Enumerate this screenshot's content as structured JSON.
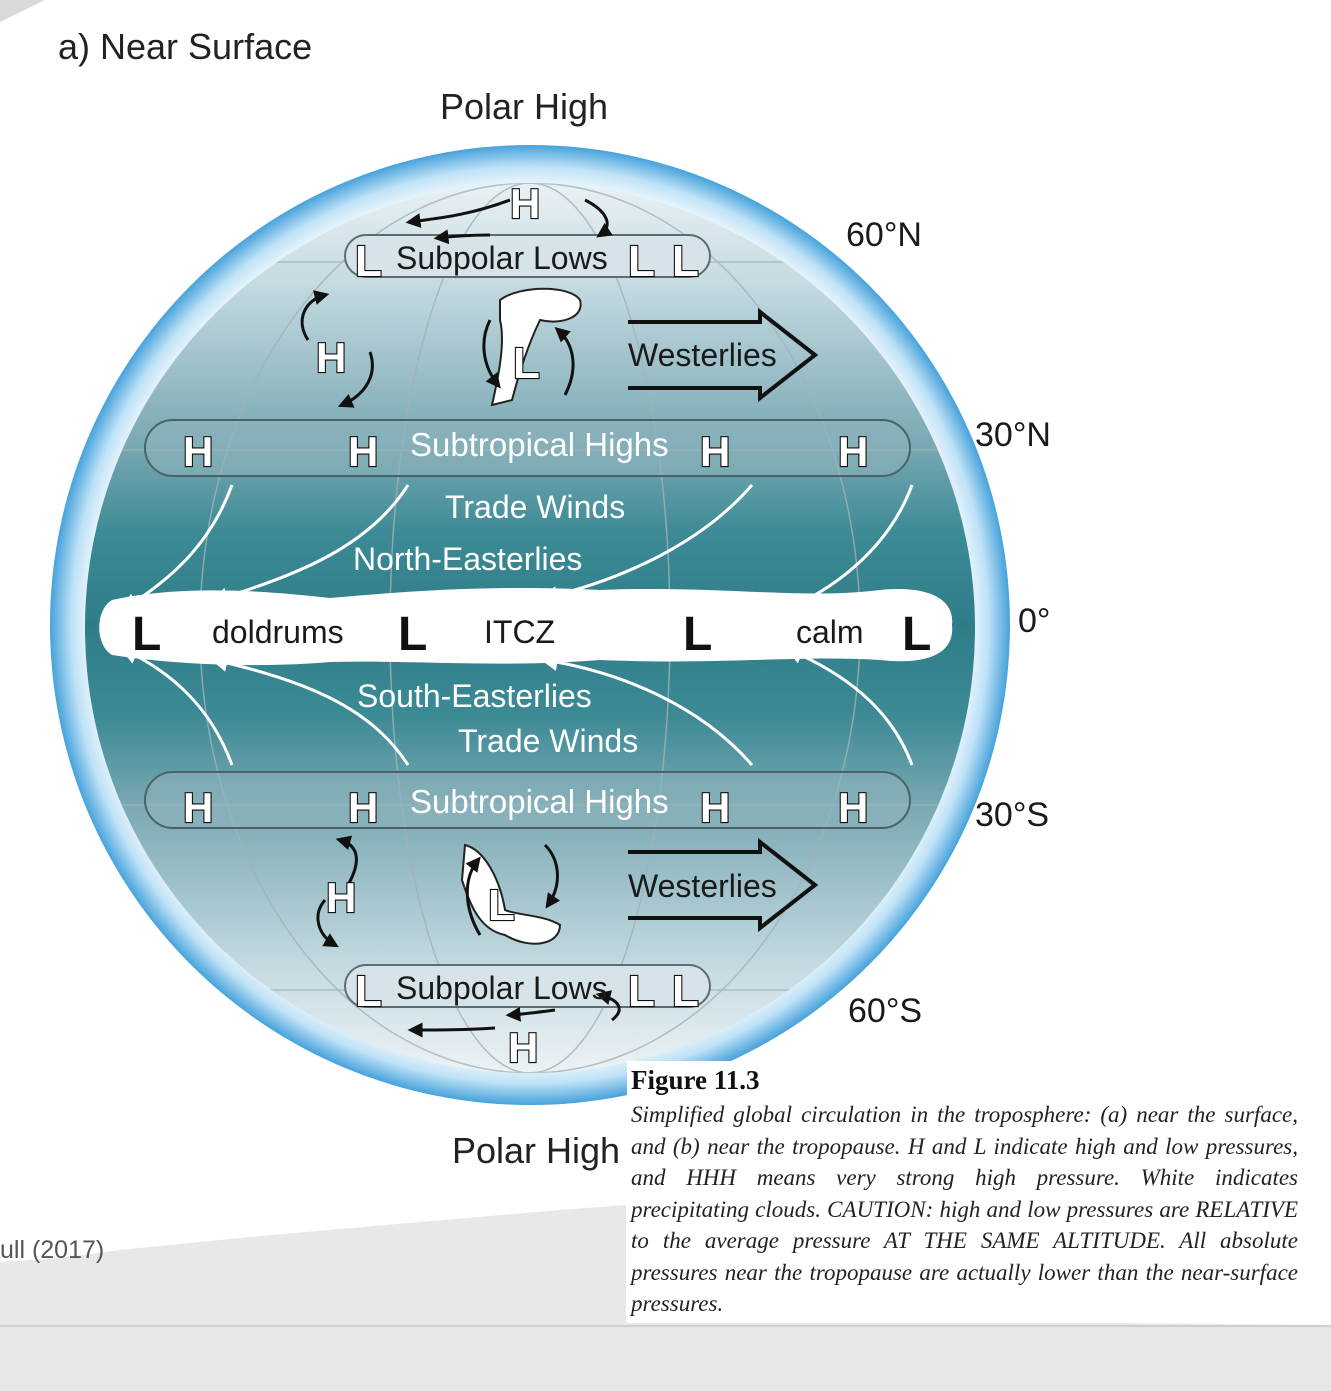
{
  "panel_title": "a) Near Surface",
  "polar_high_top": "Polar High",
  "polar_high_bottom": "Polar High",
  "latitudes": {
    "n60": "60°N",
    "n30": "30°N",
    "eq": "0°",
    "s30": "30°S",
    "s60": "60°S"
  },
  "belts": {
    "subpolar_lows_north": "Subpolar Lows",
    "subpolar_lows_south": "Subpolar Lows",
    "subtropical_highs_north": "Subtropical Highs",
    "subtropical_highs_south": "Subtropical Highs"
  },
  "winds": {
    "westerlies_north": "Westerlies",
    "westerlies_south": "Westerlies",
    "trade_winds_north": "Trade Winds",
    "north_easterlies": "North-Easterlies",
    "south_easterlies": "South-Easterlies",
    "trade_winds_south": "Trade Winds"
  },
  "itcz": {
    "doldrums": "doldrums",
    "itcz": "ITCZ",
    "calm": "calm"
  },
  "symbols": {
    "high": "H",
    "low": "L"
  },
  "caption": {
    "title": "Figure 11.3",
    "body": "Simplified global circulation in the troposphere: (a) near the surface, and (b) near the tropopause. H and L indicate high and low pressures, and HHH means very strong high pressure. White indicates precipitating clouds. CAUTION: high and low pressures are RELATIVE to the average pressure AT THE SAME ALTITUDE. All absolute pressures near the tropopause are actually lower than the near-surface pressures."
  },
  "credit": "ull (2017)",
  "colors": {
    "globe_edge": "#4aa3dc",
    "tropics": "#2f7f8a",
    "polar": "#d8e8ef",
    "background": "#ffffff"
  }
}
